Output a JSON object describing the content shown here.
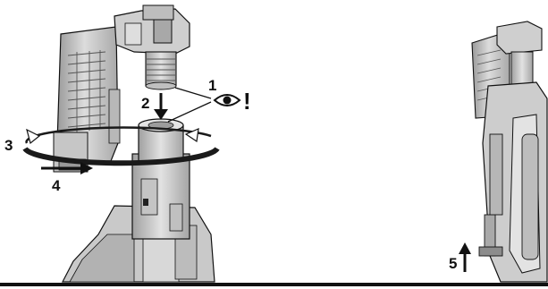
{
  "steps": {
    "inspect": "1",
    "insert": "2",
    "rotate": "3",
    "push": "4",
    "lift": "5"
  },
  "warning_mark": "!",
  "icons": {
    "eye": "eye-icon",
    "warning": "exclamation-icon",
    "rotate": "rotation-arrow-icon",
    "down": "arrow-down-icon",
    "right": "arrow-right-icon",
    "up": "arrow-up-icon"
  },
  "colors": {
    "outline": "#111111",
    "part_light": "#d9d9d9",
    "part_mid": "#bdbdbd",
    "part_dark": "#8c8c8c",
    "ring": "#1a1a1a"
  }
}
